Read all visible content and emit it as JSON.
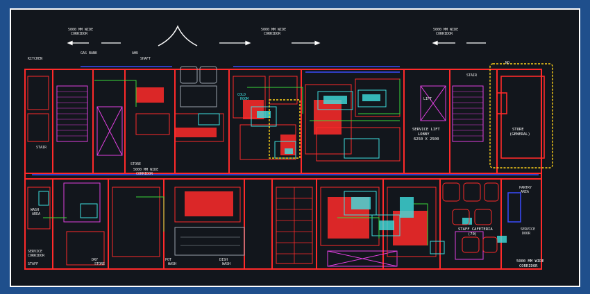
{
  "drawing": {
    "top_labels": [
      {
        "line1": "5000 MM WIDE",
        "line2": "CORRIDOR"
      },
      {
        "line1": "5000 MM WIDE",
        "line2": "CORRIDOR"
      },
      {
        "line1": "5000 MM WIDE",
        "line2": "CORRIDOR"
      }
    ],
    "room_labels": {
      "service_lift_l1": "SERVICE LIFT",
      "service_lift_l2": "LOBBY",
      "service_lift_l3": "6250 X 2500",
      "store_l1": "STORE",
      "store_l2": "(GENERAL)",
      "corridor_mid_l1": "5000 MM WIDE",
      "corridor_mid_l2": "CORRIDOR",
      "staff_cafeteria_l1": "STAFF CAFETERIA",
      "staff_cafeteria_l2": "(70)",
      "bottom_right_l1": "5000 MM WIDE",
      "bottom_right_l2": "CORRIDOR"
    },
    "colors": {
      "background": "#12161c",
      "frame": "#1f4f8c",
      "walls": "#ff2a2a",
      "equipment": "#3fe0e0",
      "accent_green": "#3adb3a",
      "accent_blue": "#3a4cff",
      "accent_magenta": "#e040e0",
      "highlight_yellow": "#ffd21a"
    }
  }
}
